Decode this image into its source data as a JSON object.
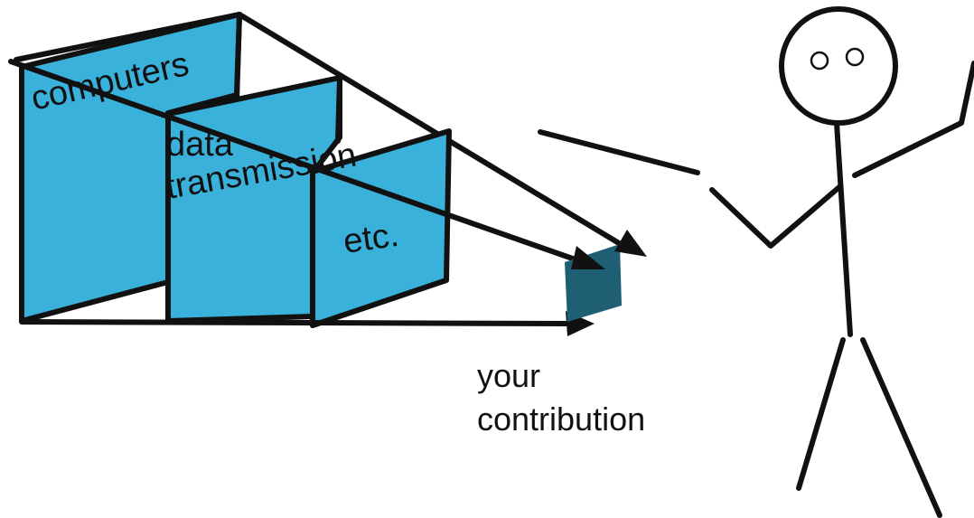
{
  "diagram": {
    "layers": [
      {
        "id": "computers",
        "label": "computers"
      },
      {
        "id": "data-transmission",
        "label_line1": "data",
        "label_line2": "transmission"
      },
      {
        "id": "etc",
        "label": "etc."
      }
    ],
    "contribution": {
      "label_line1": "your",
      "label_line2": "contribution"
    },
    "colors": {
      "panel": "#3ab1da",
      "contribution_block": "#1f5f73",
      "stroke": "#111111"
    }
  }
}
